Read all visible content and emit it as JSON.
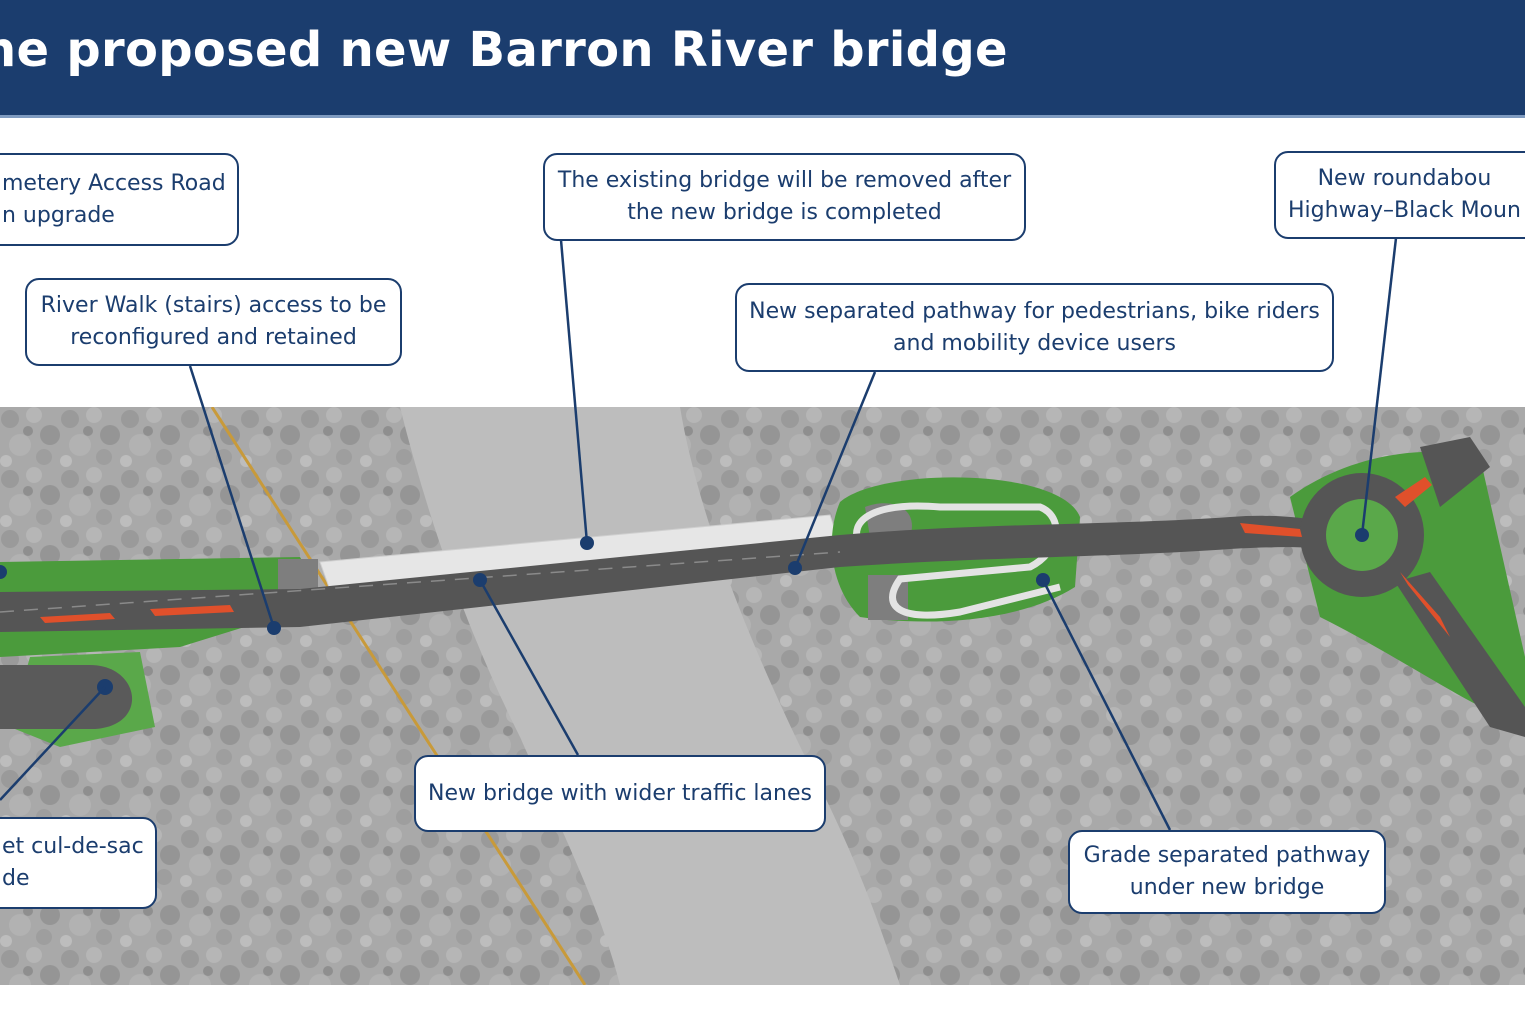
{
  "header": {
    "title": "he proposed new Barron River bridge"
  },
  "callouts": {
    "cemetery": {
      "line1": "metery Access Road",
      "line2": "n upgrade"
    },
    "existing": {
      "line1": "The existing bridge will be removed after",
      "line2": "the new bridge is completed"
    },
    "roundabout": {
      "line1": "New roundabou",
      "line2": "Highway–Black Moun"
    },
    "riverwalk": {
      "line1": "River Walk (stairs) access to be",
      "line2": "reconfigured and retained"
    },
    "pathway": {
      "line1": "New separated pathway for pedestrians, bike riders",
      "line2": "and mobility device users"
    },
    "newbridge": {
      "line1": "New bridge with wider traffic lanes"
    },
    "culdesac": {
      "line1": "et cul-de-sac",
      "line2": "de"
    },
    "grade": {
      "line1": "Grade separated pathway",
      "line2": "under new bridge"
    }
  },
  "colors": {
    "header_bg": "#1b3d6e",
    "callout_border": "#1b3d6e",
    "leader_line": "#1b3d6e",
    "vegetation": "#4b9b3c",
    "road": "#555555",
    "roundabout_island": "#e0502b"
  }
}
